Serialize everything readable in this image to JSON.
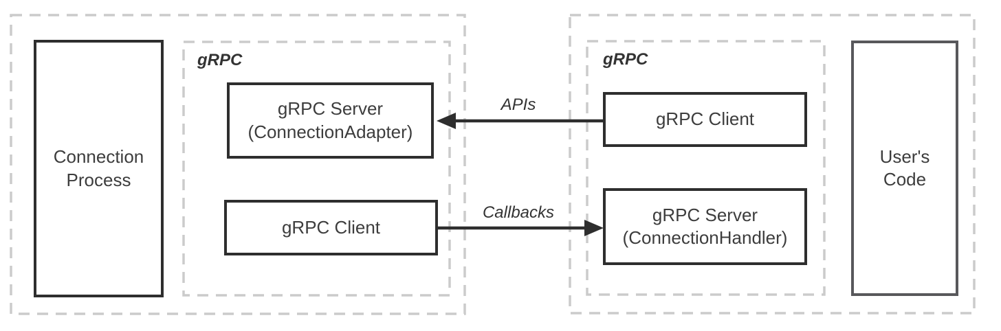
{
  "colors": {
    "background": "#ffffff",
    "dashed_border": "#cbcbcb",
    "box_border": "#2e2e2e",
    "users_code_border": "#58585b",
    "arrow": "#2e2e2e",
    "text": "#3d3d3d"
  },
  "left": {
    "process": {
      "lines": [
        "Connection",
        "Process"
      ]
    },
    "grpc": {
      "label": "gRPC",
      "server": {
        "lines": [
          "gRPC Server",
          "(ConnectionAdapter)"
        ]
      },
      "client": {
        "label": "gRPC Client"
      }
    }
  },
  "right": {
    "grpc": {
      "label": "gRPC",
      "client": {
        "label": "gRPC Client"
      },
      "server": {
        "lines": [
          "gRPC Server",
          "(ConnectionHandler)"
        ]
      }
    },
    "users_code": {
      "lines": [
        "User's",
        "Code"
      ]
    }
  },
  "arrows": {
    "apis": {
      "label": "APIs",
      "direction": "left"
    },
    "callbacks": {
      "label": "Callbacks",
      "direction": "right"
    }
  }
}
